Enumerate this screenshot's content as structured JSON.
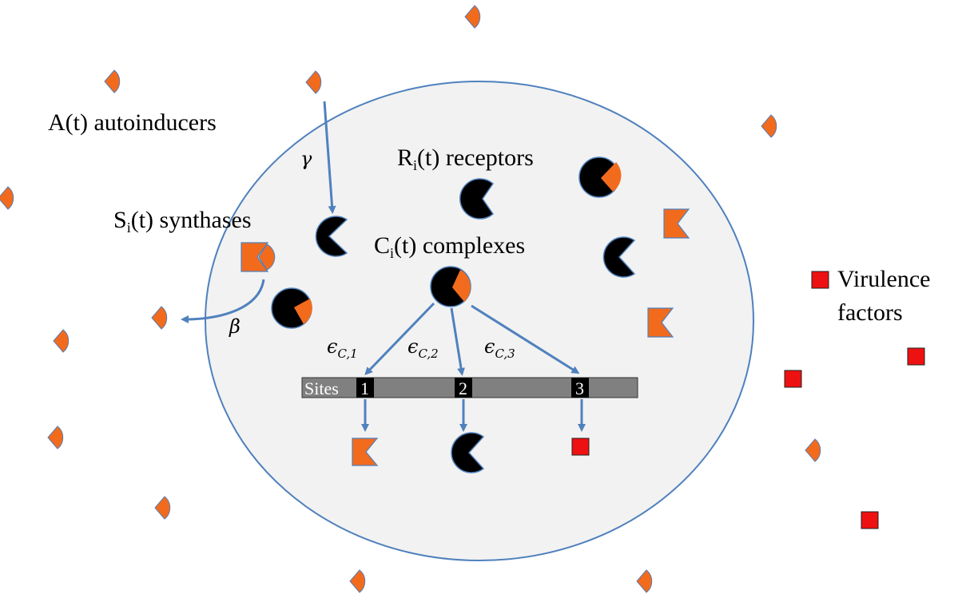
{
  "labels": {
    "autoinducers": "A(t) autoinducers",
    "receptors_main": "R",
    "receptors_sub": "i",
    "receptors_rest": "(t) receptors",
    "synthases_main": "S",
    "synthases_sub": "i",
    "synthases_rest": "(t) synthases",
    "complexes_main": "C",
    "complexes_sub": "i",
    "complexes_rest": "(t) complexes",
    "virulence_line1": "Virulence",
    "virulence_line2": "factors",
    "gamma": "γ",
    "beta": "β",
    "eps1": "ϵ",
    "eps1_sub": "C,1",
    "eps2": "ϵ",
    "eps2_sub": "C,2",
    "eps3": "ϵ",
    "eps3_sub": "C,3"
  },
  "dna_strip": {
    "label": "Sites",
    "sites": [
      "1",
      "2",
      "3"
    ]
  },
  "colors": {
    "cell_fill": "#f2f2f2",
    "cell_stroke": "#4f81bd",
    "arrow": "#4f81bd",
    "autoinducer": "#f26b1d",
    "receptor": "#000000",
    "virulence_factor": "#ee1111",
    "strip": "#808080"
  },
  "icons": {
    "autoinducer": "orange-quarter-wedge-icon",
    "receptor": "pacman-receptor-icon",
    "complex": "pacman-with-wedge-icon",
    "synthase": "orange-notched-square-icon",
    "virulence_factor": "red-square-icon"
  }
}
